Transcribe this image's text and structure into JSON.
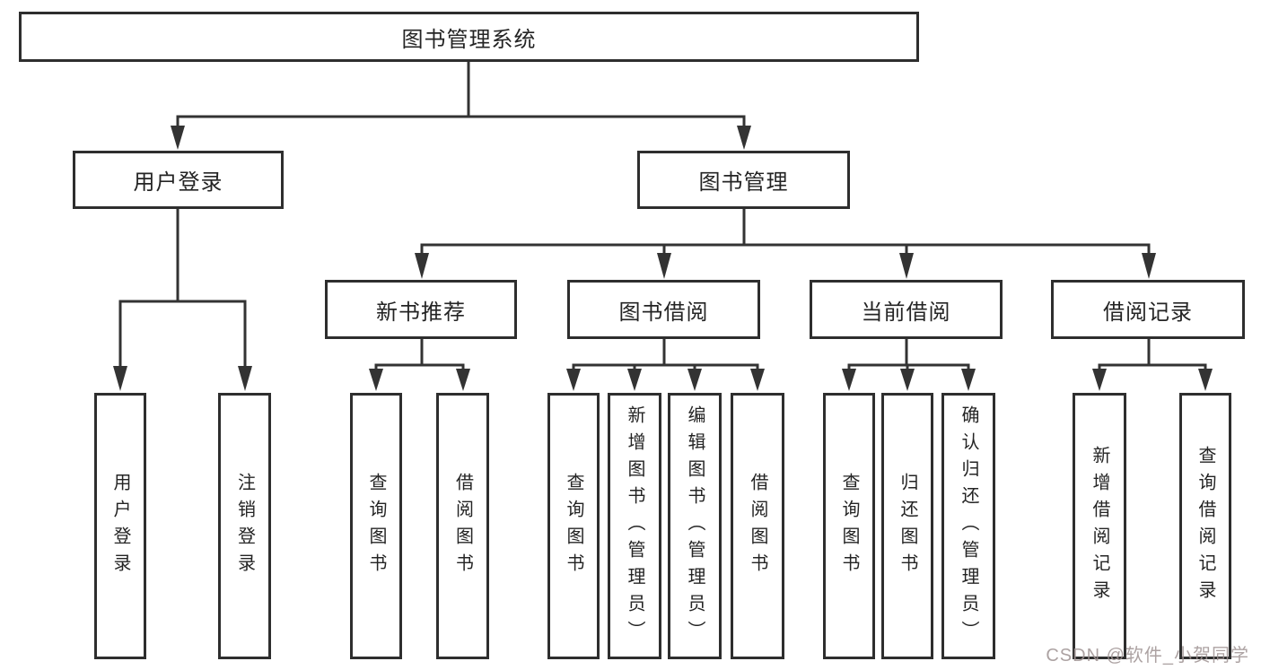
{
  "colors": {
    "background": "#ffffff",
    "line": "#333333",
    "box_border": "#2e2e2e",
    "text": "#242424",
    "watermark": "#9e9292"
  },
  "tree": {
    "root": {
      "label": "图书管理系统"
    },
    "branches": [
      {
        "label": "用户登录",
        "children": [
          {
            "label": "用户登录"
          },
          {
            "label": "注销登录"
          }
        ]
      },
      {
        "label": "图书管理",
        "groups": [
          {
            "label": "新书推荐",
            "children": [
              {
                "label": "查询图书"
              },
              {
                "label": "借阅图书"
              }
            ]
          },
          {
            "label": "图书借阅",
            "children": [
              {
                "label": "查询图书"
              },
              {
                "label": "新增图书（管理员）"
              },
              {
                "label": "编辑图书（管理员）"
              },
              {
                "label": "借阅图书"
              }
            ]
          },
          {
            "label": "当前借阅",
            "children": [
              {
                "label": "查询图书"
              },
              {
                "label": "归还图书"
              },
              {
                "label": "确认归还（管理员）"
              }
            ]
          },
          {
            "label": "借阅记录",
            "children": [
              {
                "label": "新增借阅记录"
              },
              {
                "label": "查询借阅记录"
              }
            ]
          }
        ]
      }
    ]
  },
  "watermark": {
    "text": "CSDN @软件_小贺同学"
  }
}
